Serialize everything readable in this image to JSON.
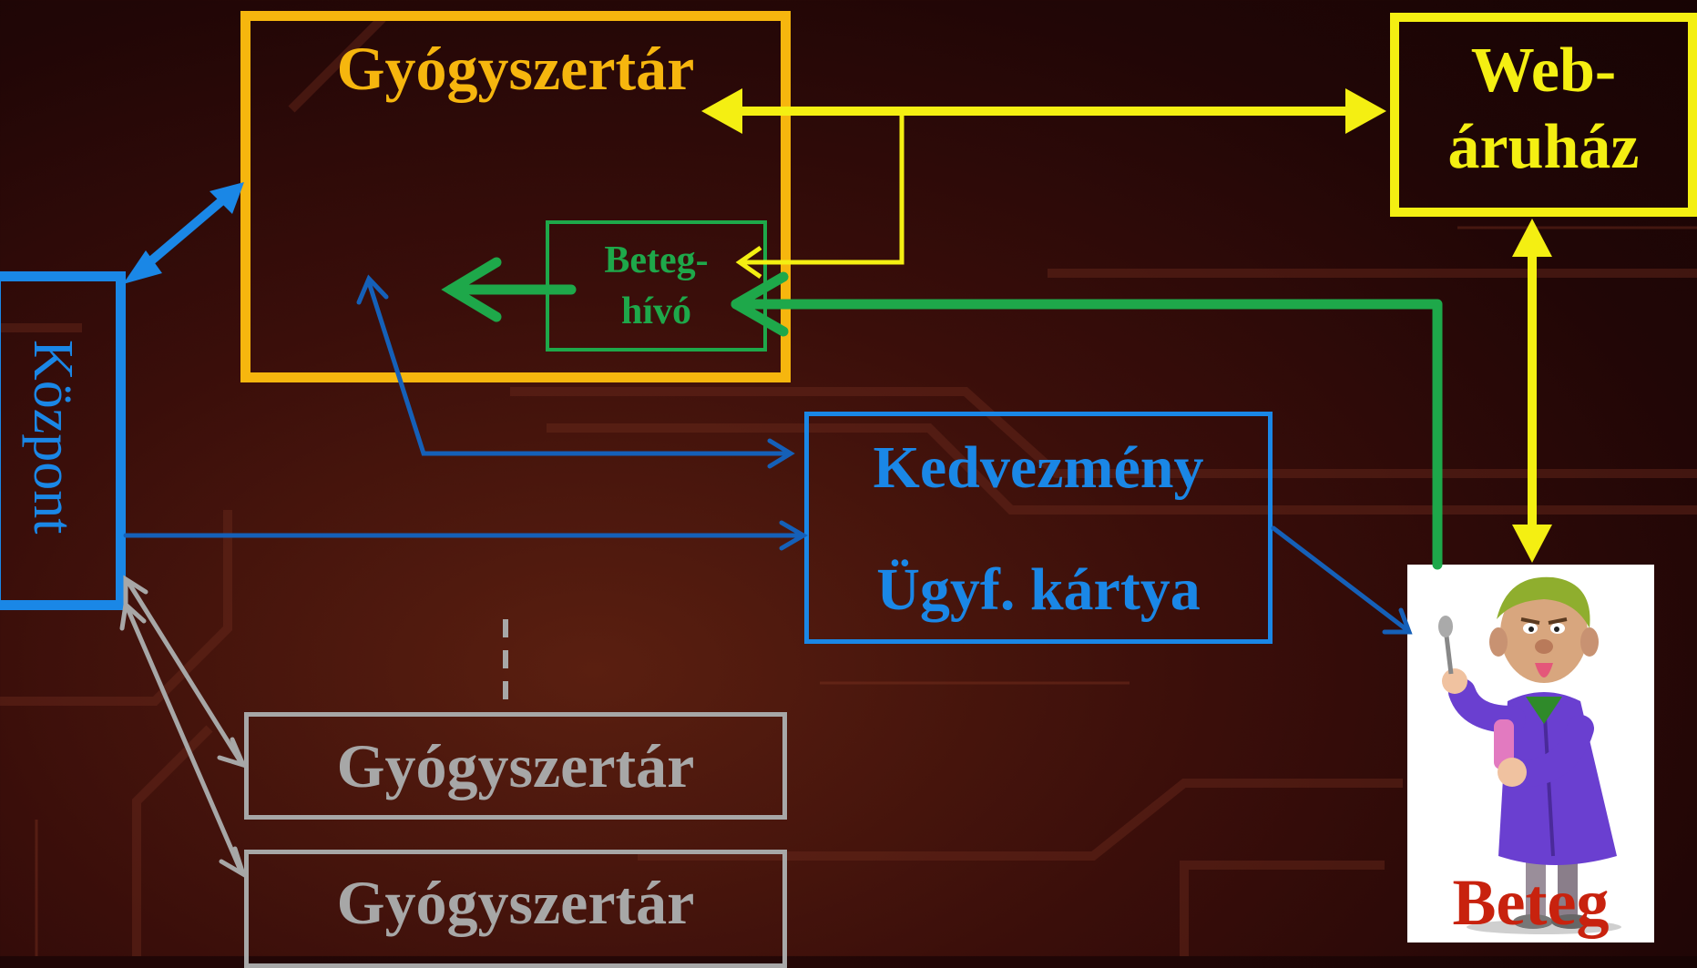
{
  "nodes": {
    "kozpont": "Központ",
    "pharmacy_main": "Gyógyszertár",
    "beteghivo_line1": "Beteg-",
    "beteghivo_line2": "hívó",
    "webshop_line1": "Web-",
    "webshop_line2": "áruház",
    "kedvezmeny": "Kedvezmény",
    "kartya": "Ügyf. kártya",
    "pharmacy_2": "Gyógyszertár",
    "pharmacy_3": "Gyógyszertár",
    "patient": "Beteg"
  },
  "colors": {
    "blue": "#1a87e6",
    "dark_blue": "#1560b8",
    "orange": "#f6b60e",
    "yellow": "#f4ef12",
    "green": "#1ea84a",
    "gray": "#a7a7a7",
    "patient_red": "#c8220e"
  }
}
